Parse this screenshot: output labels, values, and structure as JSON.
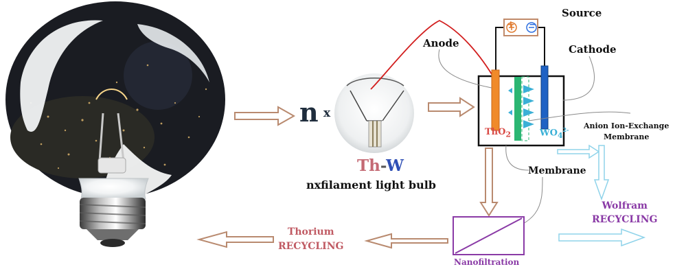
{
  "diagram": {
    "prefix_letter": "n",
    "prefix_sub": "x",
    "element_th": "Th",
    "element_dash": "-",
    "element_w": "W",
    "bulb_caption": "nxfilament light bulb",
    "source": "Source",
    "anode": "Anode",
    "cathode": "Cathode",
    "membrane": "Membrane",
    "aiem_line1": "Anion Ion-Exchange",
    "aiem_line2": "Membrane",
    "tho2": "ThO",
    "tho2_sub": "2",
    "wo4": "WO",
    "wo4_sub": "4",
    "wo4_sup": "2-",
    "plus": "+",
    "minus": "−",
    "thorium_line1": "Thorium",
    "thorium_line2": "RECYCLING",
    "wolfram_line1": "Wolfram",
    "wolfram_line2": "RECYCLING",
    "nanofiltration": "Nanofiltration"
  },
  "colors": {
    "arrow_brown": "#b98a6f",
    "arrow_cyan": "#8fd3ea",
    "anode_orange": "#f08a2a",
    "cathode_blue": "#1f62c4",
    "membrane_green": "#2bb673",
    "tho2_red": "#d94a45",
    "wo4_cyan": "#3ab0d6",
    "thorium_red": "#c05a63",
    "wolfram_purple": "#8a3aa6",
    "wire_red": "#d21e1e"
  },
  "icons": [
    "light-bulb-icon",
    "filament-bulb-icon",
    "power-source-icon"
  ]
}
